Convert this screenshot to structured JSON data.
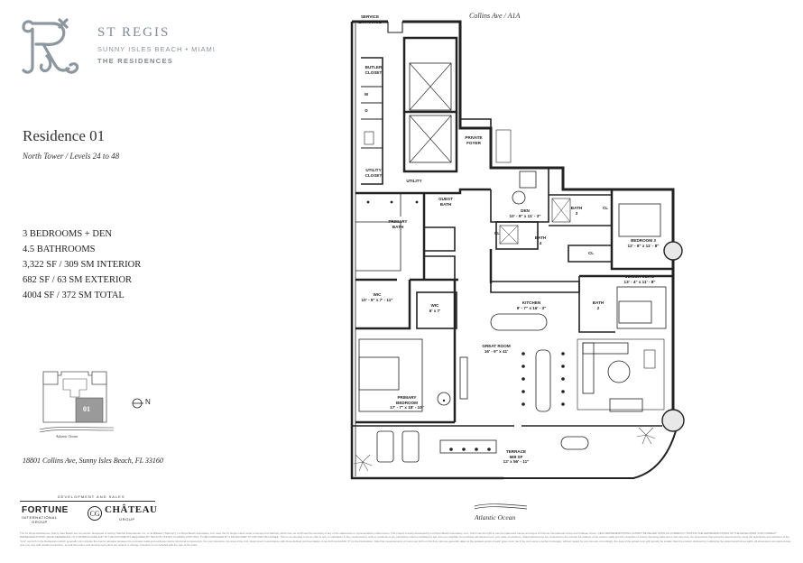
{
  "brand": {
    "name": "ST REGIS",
    "location": "SUNNY ISLES BEACH • MIAMI",
    "tagline": "THE RESIDENCES"
  },
  "residence": {
    "title": "Residence 01",
    "subtitle": "North Tower / Levels 24 to 48"
  },
  "specs": [
    "3 BEDROOMS + DEN",
    "4.5 BATHROOMS",
    "3,322 SF / 309 SM INTERIOR",
    "682 SF / 63 SM EXTERIOR",
    "4004 SF / 372 SM TOTAL"
  ],
  "key_plan": {
    "unit_label": "01",
    "ocean_label": "Atlantic Ocean",
    "north_label": "N"
  },
  "address": "18801 Collins Ave, Sunny Isles Beach, FL 33160",
  "developers": {
    "label": "DEVELOPMENT AND SALES",
    "fortune": "FORTUNE",
    "fortune_sub1": "INTERNATIONAL",
    "fortune_sub2": "GROUP",
    "chateau": "CHÂTEAU",
    "chateau_sub": "GROUP"
  },
  "floorplan": {
    "street_label": "Collins Ave / A1A",
    "ocean_label": "Atlantic Ocean",
    "rooms": {
      "service_entrance": [
        "SERVICE",
        "ENTRANCE"
      ],
      "butler_closet": [
        "BUTLER",
        "CLOSET"
      ],
      "w": "W",
      "d": "D",
      "utility_closet": [
        "UTILITY",
        "CLOSET"
      ],
      "utility": "UTILITY",
      "private_foyer": [
        "PRIVATE",
        "FOYER"
      ],
      "guest_bath": [
        "GUEST",
        "BATH"
      ],
      "den": [
        "DEN",
        "10' - 9\" x 11' - 3\""
      ],
      "bath3": [
        "BATH",
        "3"
      ],
      "cl_a": "CL",
      "bedroom3": [
        "BEDROOM 3",
        "12' - 8\" x 11' - 8\""
      ],
      "primary_bath": [
        "PRIMARY",
        "BATH"
      ],
      "cl_b": "CL",
      "bath4": [
        "BATH",
        "4"
      ],
      "cl_c": "CL",
      "junior_suite": [
        "JUNIOR SUITE",
        "13' - 4\" x 11' - 8\""
      ],
      "wic1": [
        "WIC",
        "10' - 5\" x 7' - 11\""
      ],
      "wic2": [
        "WIC",
        "6' x 7'"
      ],
      "kitchen": [
        "KITCHEN",
        "9' - 7\" x 16' - 3\""
      ],
      "bath2": [
        "BATH",
        "2"
      ],
      "great_room": [
        "GREAT ROOM",
        "16' - 9\" x 41'"
      ],
      "primary_bedroom": [
        "PRIMARY",
        "BEDROOM",
        "17' - 7\" x 18' - 10\""
      ],
      "terrace": [
        "TERRACE",
        "689 SF",
        "12' x 56' - 11\""
      ]
    }
  },
  "disclaimer": "The St. Regis Residences, Sunny Isles Beach are not owned, developed or sold by Marriott International, Inc. or its affiliates (\"Marriott\"). La Playa Beach Associates, LLC uses the St. Regis marks under a license from Marriott, which has not confirmed the accuracy of any of the statements or representations made herein. This project is being developed by La Playa Beach Associates, LLC, which has the right to use the trademark names and logos of Fortune International Group and Château Group. ORAL REPRESENTATIONS CANNOT BE RELIED UPON AS CORRECTLY STATING THE REPRESENTATIONS OF THE DEVELOPER. FOR CORRECT REPRESENTATIONS, MAKE REFERENCE TO THIS BROCHURE AND TO THE DOCUMENTS REQUIRED BY SECTION 718.503, FLORIDA STATUTES, TO BE FURNISHED BY A DEVELOPER TO A BUYER OR LESSEE. This is not intended to be an offer to sell, or solicitation to buy, condominium units to residents of any jurisdiction where prohibited by law, and your eligibility for purchase will depend upon your state of residency. Stated dimensions are measured to the exterior boundaries of the exterior walls and the centerline of interior demising walls and in fact vary from the dimensions that would be determined by using the description and definition of the \"Unit\" set forth in the Declaration (which generally only includes the interior airspace between the perimeter walls and excludes interior structural components). For your reference, the area of the Unit, determined in accordance with those defined unit boundaries, is set forth (as Exhibit \"F\") to the Declaration. Note that measurements of rooms set forth on this floor plan are generally taken at the greatest points of each given room (as if the room were a perfect rectangle), without regard for any cut-outs. Accordingly, the area of the actual room will typically be smaller than the product obtained by multiplying the stated length times width. All dimensions are approximate and may vary with actual construction, and all floor plans and development plans are subject to change. Furniture is not included with the sale of the Units."
}
